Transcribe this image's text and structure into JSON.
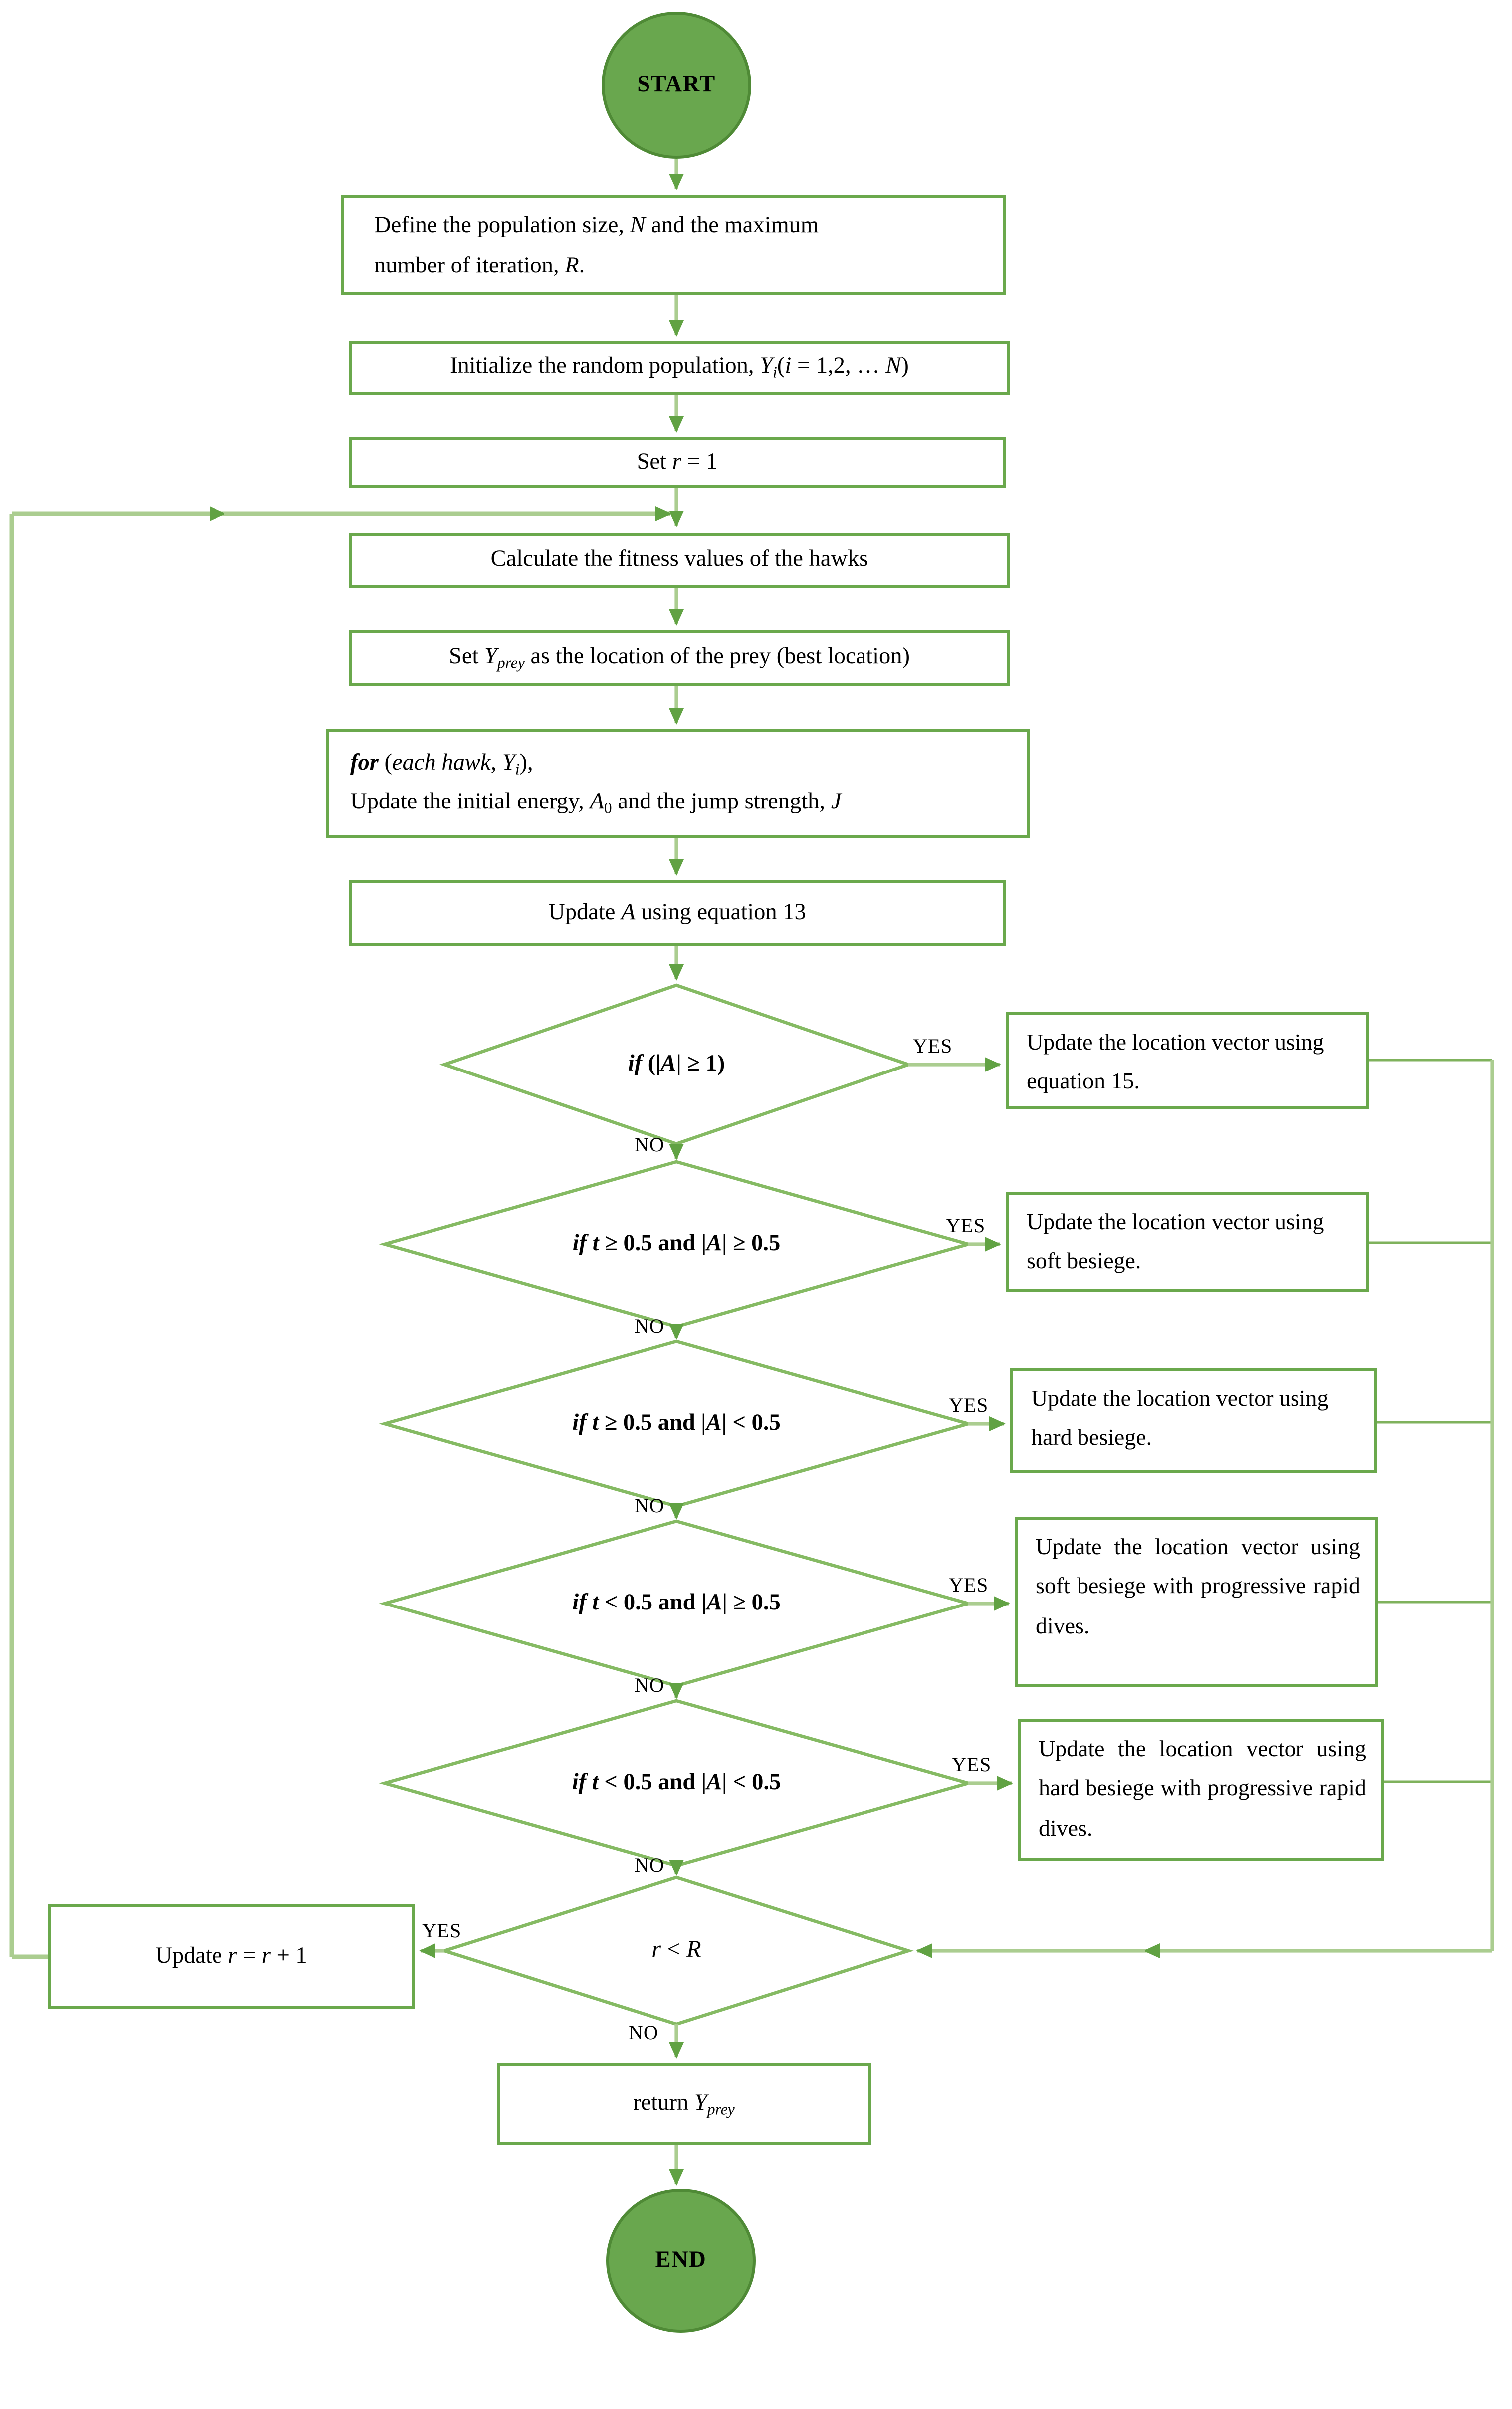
{
  "colors": {
    "box_border": "#6aa84c",
    "diamond_stroke": "#85ba63",
    "connector": "#abcd90",
    "stub": "#7fb25c",
    "arrowhead": "#61a243",
    "terminal_fill": "#69a74e",
    "terminal_stroke": "#4f8a36",
    "text": "#000000"
  },
  "labels": {
    "yes": "YES",
    "no": "NO"
  },
  "nodes": {
    "start": {
      "label": "START"
    },
    "end": {
      "label": "END"
    },
    "define_population": {
      "rich": [
        {
          "t": "Define the population size, "
        },
        {
          "t": "N",
          "i": true
        },
        {
          "t": " and the maximum"
        },
        {
          "br": true
        },
        {
          "t": "number of iteration, "
        },
        {
          "t": "R",
          "i": true
        },
        {
          "t": "."
        }
      ]
    },
    "initialize_population": {
      "rich": [
        {
          "t": "Initialize the random population, "
        },
        {
          "t": "Y",
          "i": true
        },
        {
          "t": "i",
          "i": true,
          "s": true
        },
        {
          "t": "("
        },
        {
          "t": "i",
          "i": true
        },
        {
          "t": " = 1,2, … "
        },
        {
          "t": "N",
          "i": true
        },
        {
          "t": ")"
        }
      ]
    },
    "set_r": {
      "rich": [
        {
          "t": "Set "
        },
        {
          "t": "r",
          "i": true
        },
        {
          "t": " = 1"
        }
      ]
    },
    "calculate_fitness": {
      "rich": [
        {
          "t": "Calculate the fitness values of the hawks"
        }
      ]
    },
    "set_y_prey": {
      "rich": [
        {
          "t": "Set "
        },
        {
          "t": "Y",
          "i": true
        },
        {
          "t": "prey",
          "i": true,
          "s": true
        },
        {
          "t": " as the location of the prey (best location)"
        }
      ]
    },
    "for_each_hawk": {
      "line1": [
        {
          "t": "for",
          "i": true,
          "b": true
        },
        {
          "t": " ("
        },
        {
          "t": "each hawk",
          "i": true
        },
        {
          "t": ", "
        },
        {
          "t": "Y",
          "i": true
        },
        {
          "t": "i",
          "i": true,
          "s": true
        },
        {
          "t": "),"
        }
      ],
      "line2": [
        {
          "t": "Update the initial energy, "
        },
        {
          "t": "A",
          "i": true
        },
        {
          "t": "0",
          "s": true
        },
        {
          "t": " and the jump strength, "
        },
        {
          "t": "J",
          "i": true
        }
      ]
    },
    "update_A": {
      "rich": [
        {
          "t": "Update "
        },
        {
          "t": "A",
          "i": true
        },
        {
          "t": " using equation 13"
        }
      ]
    },
    "decision_1": {
      "rich": [
        {
          "t": "if",
          "i": true
        },
        {
          "t": " (|"
        },
        {
          "t": "A",
          "i": true
        },
        {
          "t": "| ≥ 1)"
        }
      ]
    },
    "decision_2": {
      "rich": [
        {
          "t": "if",
          "i": true
        },
        {
          "t": " "
        },
        {
          "t": "t",
          "i": true
        },
        {
          "t": " ≥ 0.5 and |"
        },
        {
          "t": "A",
          "i": true
        },
        {
          "t": "| ≥ 0.5"
        }
      ]
    },
    "decision_3": {
      "rich": [
        {
          "t": "if",
          "i": true
        },
        {
          "t": " "
        },
        {
          "t": "t",
          "i": true
        },
        {
          "t": " ≥ 0.5 and |"
        },
        {
          "t": "A",
          "i": true
        },
        {
          "t": "| < 0.5"
        }
      ]
    },
    "decision_4": {
      "rich": [
        {
          "t": "if",
          "i": true
        },
        {
          "t": " "
        },
        {
          "t": "t",
          "i": true
        },
        {
          "t": " < 0.5 and |"
        },
        {
          "t": "A",
          "i": true
        },
        {
          "t": "| ≥ 0.5"
        }
      ]
    },
    "decision_5": {
      "rich": [
        {
          "t": "if",
          "i": true
        },
        {
          "t": " "
        },
        {
          "t": "t",
          "i": true
        },
        {
          "t": " < 0.5 and |"
        },
        {
          "t": "A",
          "i": true
        },
        {
          "t": "| < 0.5"
        }
      ]
    },
    "decision_loop": {
      "rich": [
        {
          "t": "r",
          "i": true
        },
        {
          "t": " < "
        },
        {
          "t": "R",
          "i": true
        }
      ]
    },
    "action_eq15": {
      "text": "Update the location vector using equation 15."
    },
    "action_soft_besiege": {
      "text": "Update the location vector using soft besiege."
    },
    "action_hard_besiege": {
      "text": "Update the location vector using hard besiege."
    },
    "action_soft_besiege_dives": {
      "text": "Update the location vector using soft besiege with progressive rapid dives."
    },
    "action_hard_besiege_dives": {
      "text": "Update the location vector using hard besiege with progressive rapid dives."
    },
    "update_r": {
      "rich": [
        {
          "t": "Update "
        },
        {
          "t": "r",
          "i": true
        },
        {
          "t": " = "
        },
        {
          "t": "r",
          "i": true
        },
        {
          "t": " + 1"
        }
      ]
    },
    "return_y_prey": {
      "rich": [
        {
          "t": "return "
        },
        {
          "t": "Y",
          "i": true
        },
        {
          "t": "prey",
          "i": true,
          "s": true
        }
      ]
    }
  }
}
